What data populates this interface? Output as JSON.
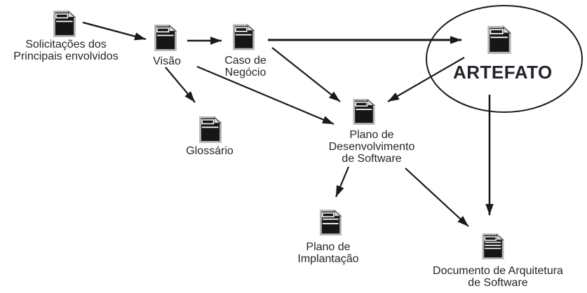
{
  "diagram": {
    "nodes": {
      "solicitacoes": {
        "label": "Solicitações dos\nPrincipais envolvidos"
      },
      "visao": {
        "label": "Visão"
      },
      "caso_negocio": {
        "label": "Caso de\nNegócio"
      },
      "glossario": {
        "label": "Glossário"
      },
      "plano_desenvolvimento": {
        "label": "Plano de\nDesenvolvimento\nde Software"
      },
      "plano_implantacao": {
        "label": "Plano de\nImplantação"
      },
      "documento_arquitetura": {
        "label": "Documento de Arquitetura\nde Software"
      },
      "artefato": {
        "label": "ARTEFATO"
      }
    },
    "edges": [
      {
        "from": "solicitacoes",
        "to": "visao"
      },
      {
        "from": "visao",
        "to": "caso_negocio"
      },
      {
        "from": "visao",
        "to": "glossario"
      },
      {
        "from": "visao",
        "to": "plano_desenvolvimento"
      },
      {
        "from": "caso_negocio",
        "to": "artefato"
      },
      {
        "from": "caso_negocio",
        "to": "plano_desenvolvimento"
      },
      {
        "from": "artefato",
        "to": "plano_desenvolvimento"
      },
      {
        "from": "artefato",
        "to": "documento_arquitetura"
      },
      {
        "from": "plano_desenvolvimento",
        "to": "plano_implantacao"
      },
      {
        "from": "plano_desenvolvimento",
        "to": "documento_arquitetura"
      }
    ],
    "colors": {
      "background": "#ffffff",
      "line": "#1a1a1a",
      "text": "#262626",
      "icon_body": "#161616",
      "icon_border": "#b5b5b5",
      "icon_detail": "#ffffff"
    }
  }
}
